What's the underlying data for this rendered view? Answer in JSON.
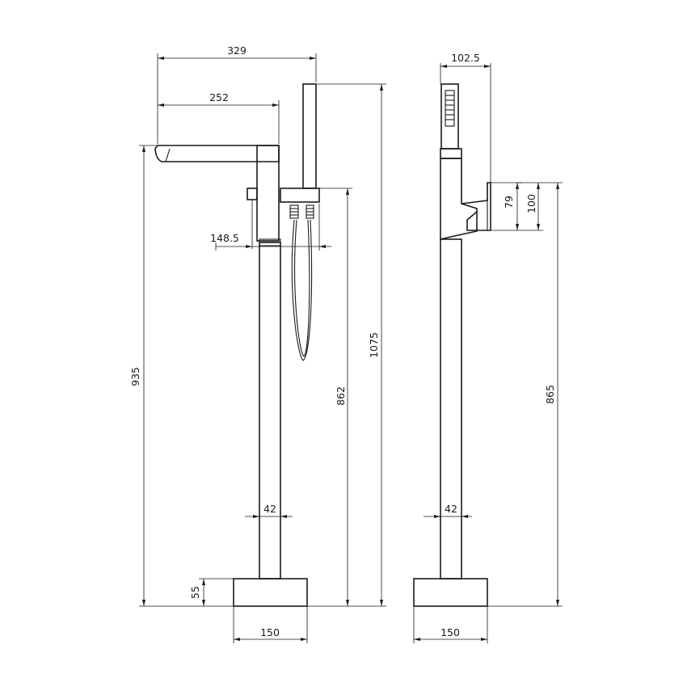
{
  "colors": {
    "line": "#1a1a1a",
    "background": "#ffffff"
  },
  "front_view": {
    "overall_width": "329",
    "spout_reach": "252",
    "handle_offset": "148.5",
    "total_height": "1075",
    "spout_height": "935",
    "holder_height": "862",
    "pipe_diameter": "42",
    "base_height": "55",
    "base_width": "150"
  },
  "side_view": {
    "top_width": "102.5",
    "lever_height": "79",
    "body_height": "100",
    "body_top_height": "865",
    "pipe_diameter": "42",
    "base_width": "150"
  }
}
